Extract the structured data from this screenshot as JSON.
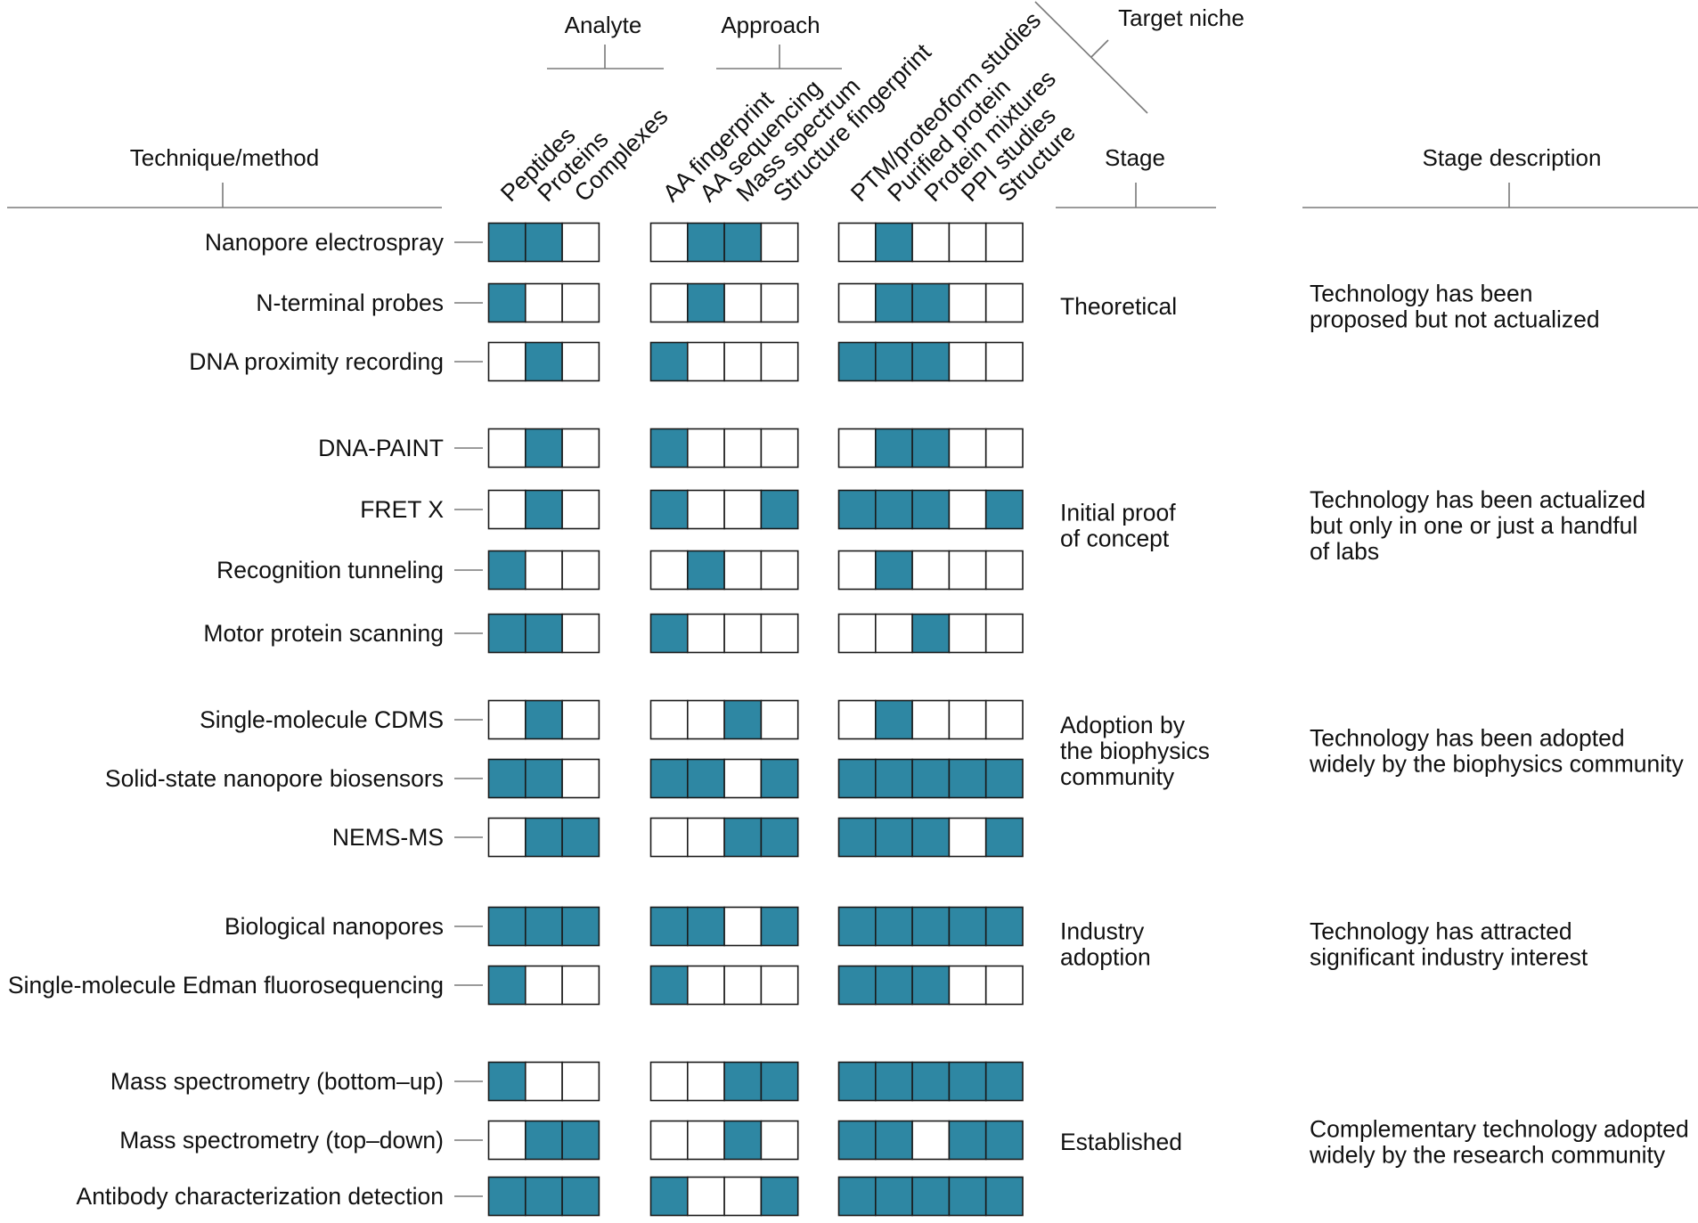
{
  "headers": {
    "technique": "Technique/method",
    "analyte": "Analyte",
    "approach": "Approach",
    "target_niche": "Target niche",
    "stage": "Stage",
    "stage_description": "Stage description"
  },
  "columns": {
    "analyte": [
      "Peptides",
      "Proteins",
      "Complexes"
    ],
    "approach": [
      "AA fingerprint",
      "AA sequencing",
      "Mass spectrum",
      "Structure fingerprint"
    ],
    "target_niche": [
      "PTM/proteoform studies",
      "Purified protein",
      "Protein mixtures",
      "PPI studies",
      "Structure"
    ]
  },
  "colors": {
    "filled": "#2e87a3",
    "empty": "#ffffff",
    "border": "#1a1a1a",
    "rule": "#7a7a7a"
  },
  "rows": [
    {
      "label": "Nanopore electrospray",
      "analyte": [
        1,
        1,
        0
      ],
      "approach": [
        0,
        1,
        1,
        0
      ],
      "niche": [
        0,
        1,
        0,
        0,
        0
      ]
    },
    {
      "label": "N-terminal probes",
      "analyte": [
        1,
        0,
        0
      ],
      "approach": [
        0,
        1,
        0,
        0
      ],
      "niche": [
        0,
        1,
        1,
        0,
        0
      ]
    },
    {
      "label": "DNA proximity recording",
      "analyte": [
        0,
        1,
        0
      ],
      "approach": [
        1,
        0,
        0,
        0
      ],
      "niche": [
        1,
        1,
        1,
        0,
        0
      ]
    },
    {
      "label": "DNA-PAINT",
      "analyte": [
        0,
        1,
        0
      ],
      "approach": [
        1,
        0,
        0,
        0
      ],
      "niche": [
        0,
        1,
        1,
        0,
        0
      ]
    },
    {
      "label": "FRET X",
      "analyte": [
        0,
        1,
        0
      ],
      "approach": [
        1,
        0,
        0,
        1
      ],
      "niche": [
        1,
        1,
        1,
        0,
        1
      ]
    },
    {
      "label": "Recognition tunneling",
      "analyte": [
        1,
        0,
        0
      ],
      "approach": [
        0,
        1,
        0,
        0
      ],
      "niche": [
        0,
        1,
        0,
        0,
        0
      ]
    },
    {
      "label": "Motor protein scanning",
      "analyte": [
        1,
        1,
        0
      ],
      "approach": [
        1,
        0,
        0,
        0
      ],
      "niche": [
        0,
        0,
        1,
        0,
        0
      ]
    },
    {
      "label": "Single-molecule CDMS",
      "analyte": [
        0,
        1,
        0
      ],
      "approach": [
        0,
        0,
        1,
        0
      ],
      "niche": [
        0,
        1,
        0,
        0,
        0
      ]
    },
    {
      "label": "Solid-state nanopore biosensors",
      "analyte": [
        1,
        1,
        0
      ],
      "approach": [
        1,
        1,
        0,
        1
      ],
      "niche": [
        1,
        1,
        1,
        1,
        1
      ]
    },
    {
      "label": "NEMS-MS",
      "analyte": [
        0,
        1,
        1
      ],
      "approach": [
        0,
        0,
        1,
        1
      ],
      "niche": [
        1,
        1,
        1,
        0,
        1
      ]
    },
    {
      "label": "Biological nanopores",
      "analyte": [
        1,
        1,
        1
      ],
      "approach": [
        1,
        1,
        0,
        1
      ],
      "niche": [
        1,
        1,
        1,
        1,
        1
      ]
    },
    {
      "label": "Single-molecule Edman fluorosequencing",
      "analyte": [
        1,
        0,
        0
      ],
      "approach": [
        1,
        0,
        0,
        0
      ],
      "niche": [
        1,
        1,
        1,
        0,
        0
      ]
    },
    {
      "label": "Mass spectrometry (bottom–up)",
      "analyte": [
        1,
        0,
        0
      ],
      "approach": [
        0,
        0,
        1,
        1
      ],
      "niche": [
        1,
        1,
        1,
        1,
        1
      ]
    },
    {
      "label": "Mass spectrometry (top–down)",
      "analyte": [
        0,
        1,
        1
      ],
      "approach": [
        0,
        0,
        1,
        0
      ],
      "niche": [
        1,
        1,
        0,
        1,
        1
      ]
    },
    {
      "label": "Antibody characterization detection",
      "analyte": [
        1,
        1,
        1
      ],
      "approach": [
        1,
        0,
        0,
        1
      ],
      "niche": [
        1,
        1,
        1,
        1,
        1
      ]
    }
  ],
  "stages": [
    {
      "name": [
        "Theoretical"
      ],
      "description": [
        "Technology has been",
        "proposed but not actualized"
      ]
    },
    {
      "name": [
        "Initial proof",
        "of concept"
      ],
      "description": [
        "Technology has been actualized",
        "but only in one or just a handful",
        "of labs"
      ]
    },
    {
      "name": [
        "Adoption by",
        "the biophysics",
        "community"
      ],
      "description": [
        "Technology has been adopted",
        "widely by the biophysics community"
      ]
    },
    {
      "name": [
        "Industry",
        "adoption"
      ],
      "description": [
        "Technology has attracted",
        "significant industry interest"
      ]
    },
    {
      "name": [
        "Established"
      ],
      "description": [
        "Complementary technology adopted",
        "widely by the research community"
      ]
    }
  ]
}
